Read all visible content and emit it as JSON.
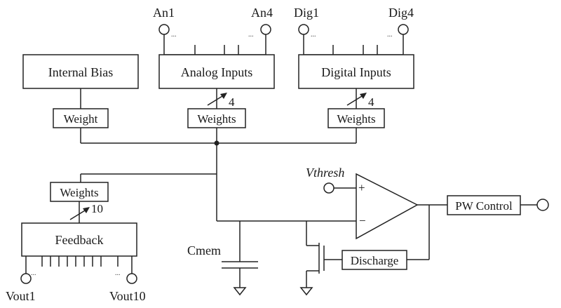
{
  "blocks": {
    "internal_bias": "Internal Bias",
    "analog_inputs": "Analog Inputs",
    "digital_inputs": "Digital Inputs",
    "weight_single": "Weight",
    "weights_analog": "Weights",
    "weights_digital": "Weights",
    "weights_feedback": "Weights",
    "feedback": "Feedback",
    "discharge": "Discharge",
    "pw_control": "PW Control"
  },
  "terminals": {
    "an1": "An1",
    "an4": "An4",
    "dig1": "Dig1",
    "dig4": "Dig4",
    "vout1": "Vout1",
    "vout10": "Vout10",
    "vthresh": "Vthresh"
  },
  "bus_counts": {
    "analog": "4",
    "digital": "4",
    "feedback": "10"
  },
  "comparator": {
    "plus": "+",
    "minus": "−"
  },
  "capacitor": "Cmem",
  "ellipsis": "..."
}
